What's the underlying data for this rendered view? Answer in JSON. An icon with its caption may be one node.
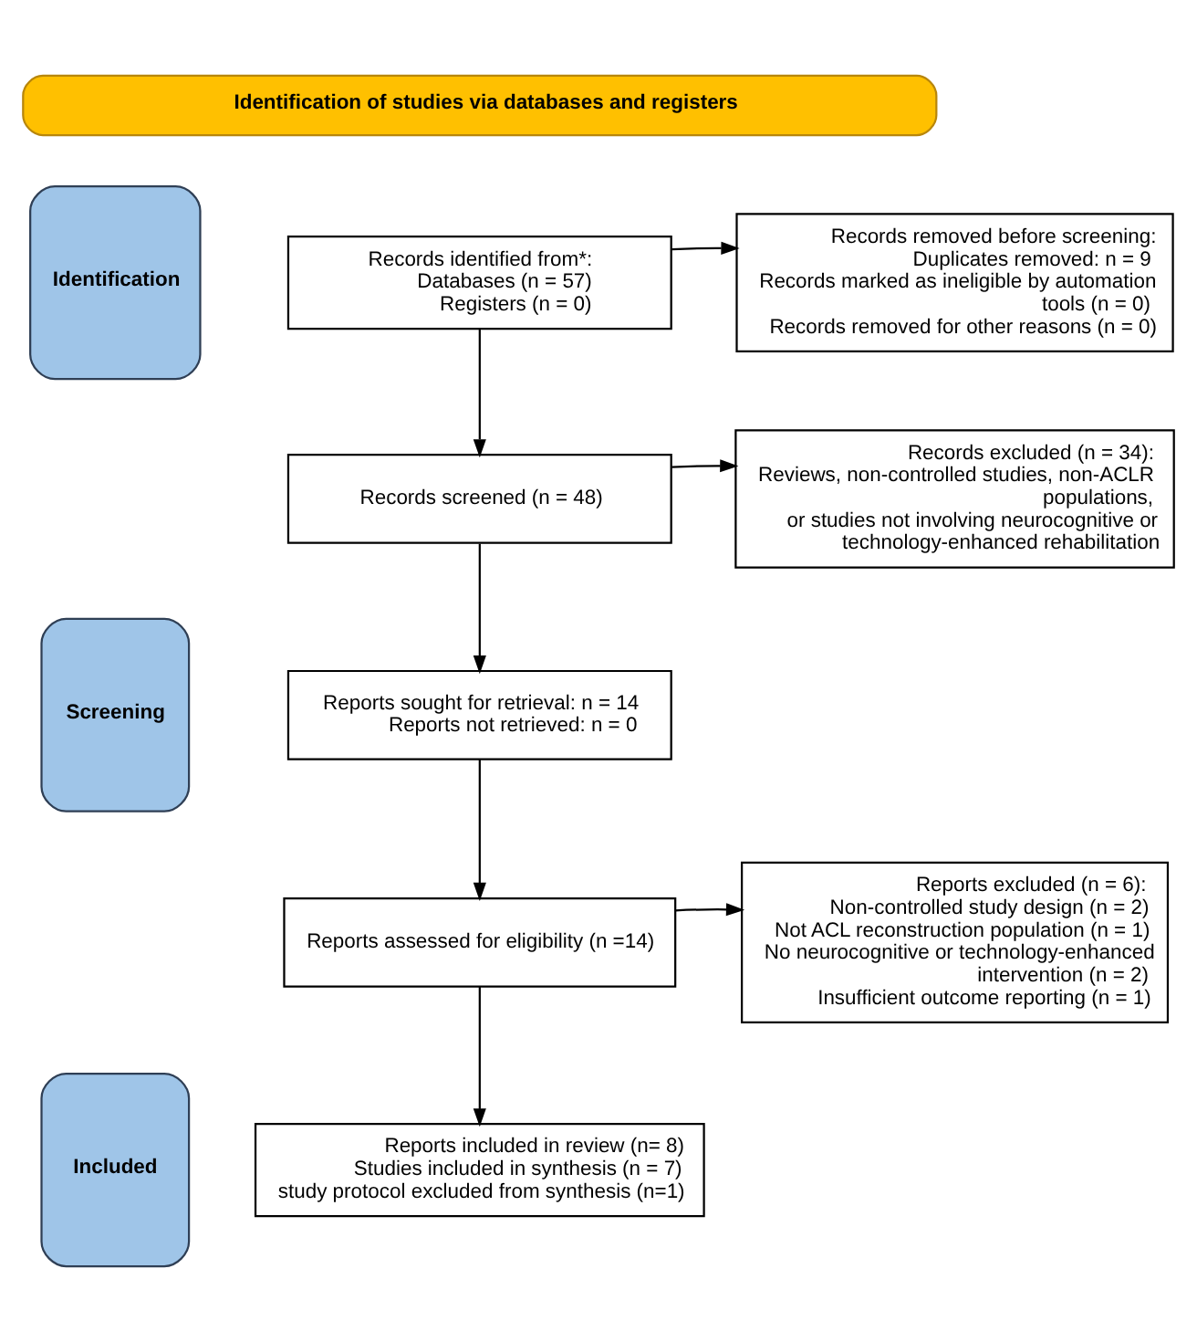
{
  "diagram": {
    "nodes": [
      {
        "text": [
          "Identification of studies via databases and registers"
        ]
      },
      {
        "text": [
          "Identification"
        ]
      },
      {
        "text": [
          "Records identified from*:",
          "Databases (n = 57)",
          "Registers (n = 0)"
        ]
      },
      {
        "text": [
          "Records removed before screening:",
          "Duplicates removed: n = 9",
          "Records marked as ineligible by automation tools (n = 0)",
          "Records removed for other reasons (n = 0)"
        ]
      },
      {
        "text": [
          "Records screened (n = 48)"
        ]
      },
      {
        "text": [
          "Records excluded (n = 34):",
          "Reviews, non-controlled studies, non-ACLR populations,",
          "or studies not involving neurocognitive or technology-enhanced rehabilitation"
        ]
      },
      {
        "text": [
          "Screening"
        ]
      },
      {
        "text": [
          "Reports sought for retrieval: n = 14",
          "Reports not retrieved: n = 0"
        ]
      },
      {
        "text": [
          "Reports excluded (n = 6):",
          "Non-controlled study design (n = 2)",
          "Not ACL reconstruction population (n = 1)",
          "No neurocognitive or technology-enhanced intervention (n = 2)",
          "Insufficient outcome reporting (n = 1)"
        ]
      },
      {
        "text": [
          "Reports assessed for eligibility (n =14)"
        ]
      },
      {
        "text": [
          "Included"
        ]
      },
      {
        "text": [
          "Reports included in review (n= 8)",
          "Studies included in synthesis (n = 7)",
          "study protocol excluded from synthesis (n=1)"
        ]
      }
    ],
    "edges": [
      {
        "from": 2,
        "to": 3,
        "arrow": "to"
      },
      {
        "from": 2,
        "to": 4,
        "arrow": "to"
      },
      {
        "from": 4,
        "to": 5,
        "arrow": "to"
      },
      {
        "from": 4,
        "to": 7,
        "arrow": "to"
      },
      {
        "from": 7,
        "to": 9,
        "arrow": "to"
      },
      {
        "from": 9,
        "to": 8,
        "arrow": "to"
      },
      {
        "from": 9,
        "to": 11,
        "arrow": "to"
      }
    ]
  }
}
